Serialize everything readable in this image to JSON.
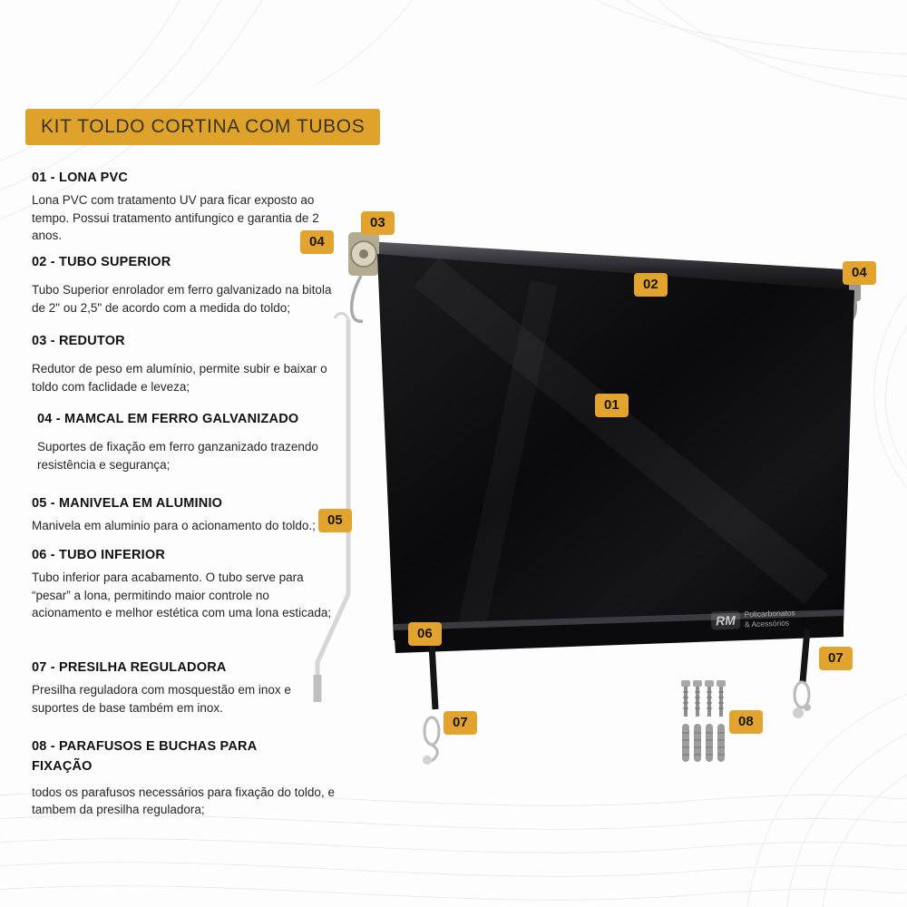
{
  "page": {
    "title": "KIT TOLDO CORTINA COM TUBOS"
  },
  "sections": [
    {
      "heading": "01 - LONA PVC",
      "body": "Lona PVC com tratamento UV para ficar exposto ao tempo. Possui tratamento antifungico e garantia de 2 anos."
    },
    {
      "heading": "02 - TUBO SUPERIOR",
      "body": "Tubo Superior enrolador em ferro galvanizado na bitola de 2\" ou 2,5\" de acordo com a medida do toldo;"
    },
    {
      "heading": "03 - REDUTOR",
      "body": "Redutor de peso em alumínio, permite subir e baixar o toldo com faclidade e leveza;"
    },
    {
      "heading": "04 - MAMCAL  EM FERRO GALVANIZADO",
      "body": "Suportes de fixação em ferro ganzanizado trazendo resistência e segurança;"
    },
    {
      "heading": "05 - MANIVELA EM ALUMINIO",
      "body": "Manivela em aluminio para o acionamento do toldo.;"
    },
    {
      "heading": "06 - TUBO INFERIOR",
      "body": "Tubo inferior para acabamento. O tubo serve para “pesar” a lona, permitindo maior controle no acionamento e melhor estética com uma lona esticada;"
    },
    {
      "heading": "07 - PRESILHA REGULADORA",
      "body": "Presilha reguladora com mosquestão em inox e suportes de base também em inox."
    },
    {
      "heading": "08 - PARAFUSOS E BUCHAS PARA FIXAÇÃO",
      "body": "todos os parafusos necessários para fixação do toldo, e tambem da presilha reguladora;"
    }
  ],
  "diagram": {
    "badges": [
      {
        "label": "03"
      },
      {
        "label": "04"
      },
      {
        "label": "02"
      },
      {
        "label": "04"
      },
      {
        "label": "01"
      },
      {
        "label": "05"
      },
      {
        "label": "06"
      },
      {
        "label": "07"
      },
      {
        "label": "07"
      },
      {
        "label": "08"
      }
    ],
    "watermark": {
      "logo": "RM",
      "line1": "Policarbonatos",
      "line2": "& Acessórios"
    }
  },
  "colors": {
    "badge_bg": "#DFA32B",
    "badge_text": "#17150e",
    "tarp_black": "#0a0a0c"
  }
}
